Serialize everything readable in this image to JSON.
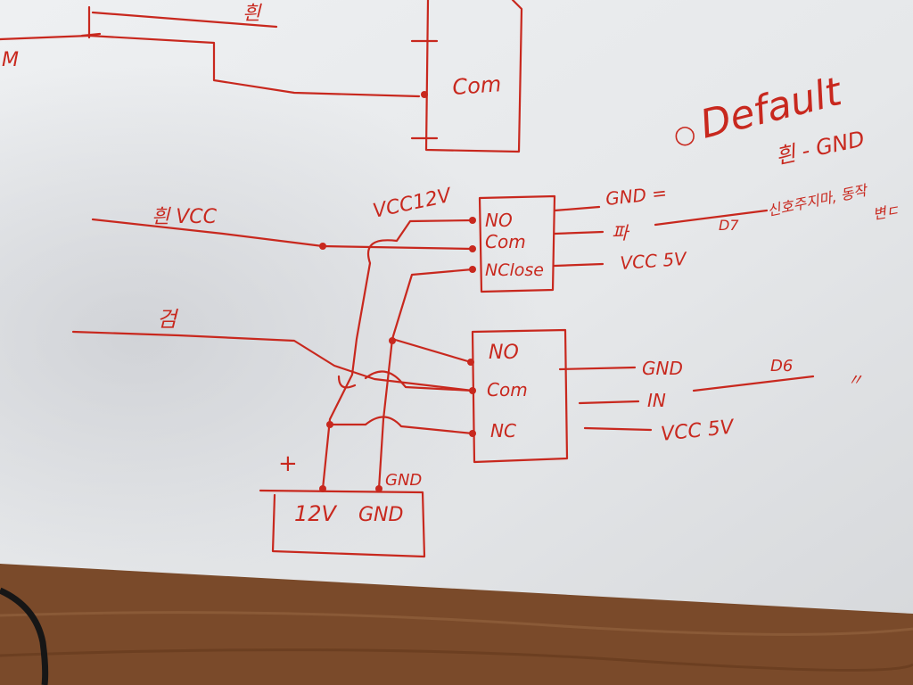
{
  "colors": {
    "ink": "#c8281e",
    "paper": "#e9eaec",
    "paper_shadow": "#c9cbd0",
    "desk": "#7a4a2a",
    "desk_light": "#9a6a43",
    "cable": "#161616"
  },
  "labels": {
    "top_left_m": "M",
    "top_wire_note": "흰",
    "top_com": "Com",
    "default_note": "Default",
    "default_mark": "○",
    "white_gnd": "흰 - GND",
    "side_note_1": "신호주지마, 동작",
    "side_note_2": "변ㄷ",
    "vcc12v": "VCC12V",
    "white_vcc": "흰 VCC",
    "red_wire": "검",
    "plus": "+",
    "supply_gnd_top": "GND",
    "supply_12v": "12V",
    "supply_gnd": "GND"
  },
  "relay1": {
    "no": "NO",
    "com": "Com",
    "nc": "NClose",
    "out_gnd": "GND =",
    "out_in": "파",
    "out_vcc": "VCC 5V",
    "pin": "D7"
  },
  "relay2": {
    "no": "NO",
    "com": "Com",
    "nc": "NC",
    "out_gnd": "GND",
    "out_in": "IN",
    "out_vcc": "VCC 5V",
    "pin": "D6",
    "mark": "〃"
  }
}
